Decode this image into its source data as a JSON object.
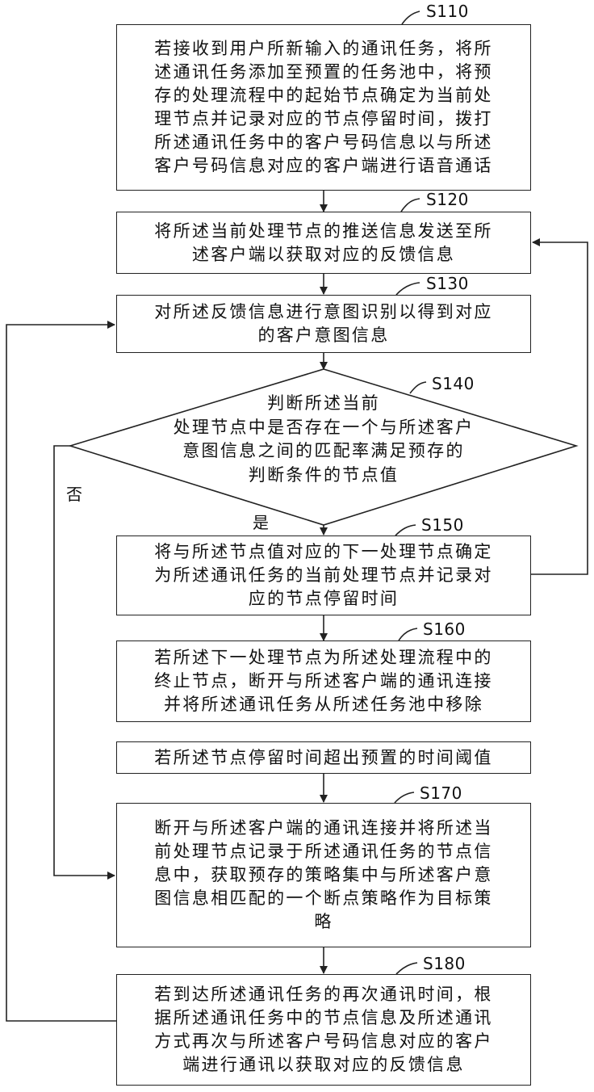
{
  "steps": {
    "s110": {
      "id": "S110",
      "text": "若接收到用户所新输入的通讯任务，将所\n述通讯任务添加至预置的任务池中，将预\n存的处理流程中的起始节点确定为当前处\n理节点并记录对应的节点停留时间，拨打\n所述通讯任务中的客户号码信息以与所述\n客户号码信息对应的客户端进行语音通话"
    },
    "s120": {
      "id": "S120",
      "text": "将所述当前处理节点的推送信息发送至所\n述客户端以获取对应的反馈信息"
    },
    "s130": {
      "id": "S130",
      "text": "对所述反馈信息进行意图识别以得到对应\n的客户意图信息"
    },
    "s140": {
      "id": "S140",
      "text": "判断所述当前\n处理节点中是否存在一个与所述客户\n意图信息之间的匹配率满足预存的\n判断条件的节点值"
    },
    "s150": {
      "id": "S150",
      "text": "将与所述节点值对应的下一处理节点确定\n为所述通讯任务的当前处理节点并记录对\n应的节点停留时间"
    },
    "s160": {
      "id": "S160",
      "text": "若所述下一处理节点为所述处理流程中的\n终止节点，断开与所述客户端的通讯连接\n并将所述通讯任务从所述任务池中移除"
    },
    "timeout": {
      "text": "若所述节点停留时间超出预置的时间阈值"
    },
    "s170": {
      "id": "S170",
      "text": "断开与所述客户端的通讯连接并将所述当\n前处理节点记录于所述通讯任务的节点信\n息中，获取预存的策略集中与所述客户意\n图信息相匹配的一个断点策略作为目标策\n略"
    },
    "s180": {
      "id": "S180",
      "text": "若到达所述通讯任务的再次通讯时间，根\n据所述通讯任务中的节点信息及所述通讯\n方式再次与所述客户号码信息对应的客户\n端进行通讯以获取对应的反馈信息"
    }
  },
  "labels": {
    "yes": "是",
    "no": "否"
  }
}
